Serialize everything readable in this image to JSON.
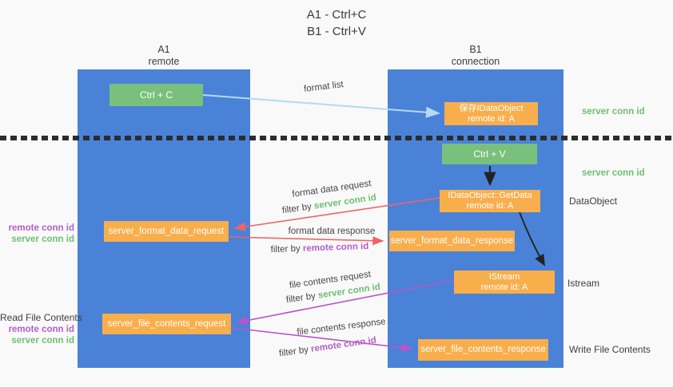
{
  "title": {
    "line1": "A1 - Ctrl+C",
    "line2": "B1 - Ctrl+V"
  },
  "columns": {
    "left": {
      "header_line1": "A1",
      "header_line2": "remote"
    },
    "right": {
      "header_line1": "B1",
      "header_line2": "connection"
    }
  },
  "boxes": {
    "ctrl_c": "Ctrl + C",
    "save_idataobject": {
      "line1": "保存IDataObject",
      "line2": "remote id: A"
    },
    "ctrl_v": "Ctrl + V",
    "getdata": {
      "line1": "IDataObject::GetData",
      "line2": "remote id: A"
    },
    "format_request": "server_format_data_request",
    "format_response": "server_format_data_response",
    "istream": {
      "line1": "IStream",
      "line2": "remote id: A"
    },
    "file_request": "server_file_contents_request",
    "file_response": "server_file_contents_response"
  },
  "arrow_labels": {
    "format_list": "format list",
    "format_request": {
      "line1": "format data request",
      "filter_prefix": "filter by ",
      "filter_value": "server conn id"
    },
    "format_response": {
      "line1": "format data response",
      "filter_prefix": "filter by ",
      "filter_value": "remote conn id"
    },
    "file_request": {
      "line1": "file contents request",
      "filter_prefix": "filter by ",
      "filter_value": "server conn id"
    },
    "file_response": {
      "line1": "file contents response",
      "filter_prefix": "filter by ",
      "filter_value": "remote conn id"
    }
  },
  "side_labels": {
    "right_server_conn_top": "server conn id",
    "right_server_conn_mid": "server conn id",
    "right_dataobject": "DataObject",
    "right_istream": "Istream",
    "right_write_file": "Write File Contents",
    "left_remote_conn_top": "remote conn id",
    "left_server_conn_top": "server conn id",
    "left_read_file": "Read File Contents",
    "left_remote_conn_bottom": "remote conn id",
    "left_server_conn_bottom": "server conn id"
  },
  "colors": {
    "column_blue": "#4a82d8",
    "box_green": "#79c07c",
    "box_orange": "#f9ae4c",
    "arrow_lightblue": "#b5d9f2",
    "arrow_red": "#ee6565",
    "arrow_magenta": "#bb54c8",
    "arrow_black": "#222222",
    "text_green": "#6fbf72",
    "text_purple": "#b35fc9",
    "background": "#f9f9f9"
  }
}
